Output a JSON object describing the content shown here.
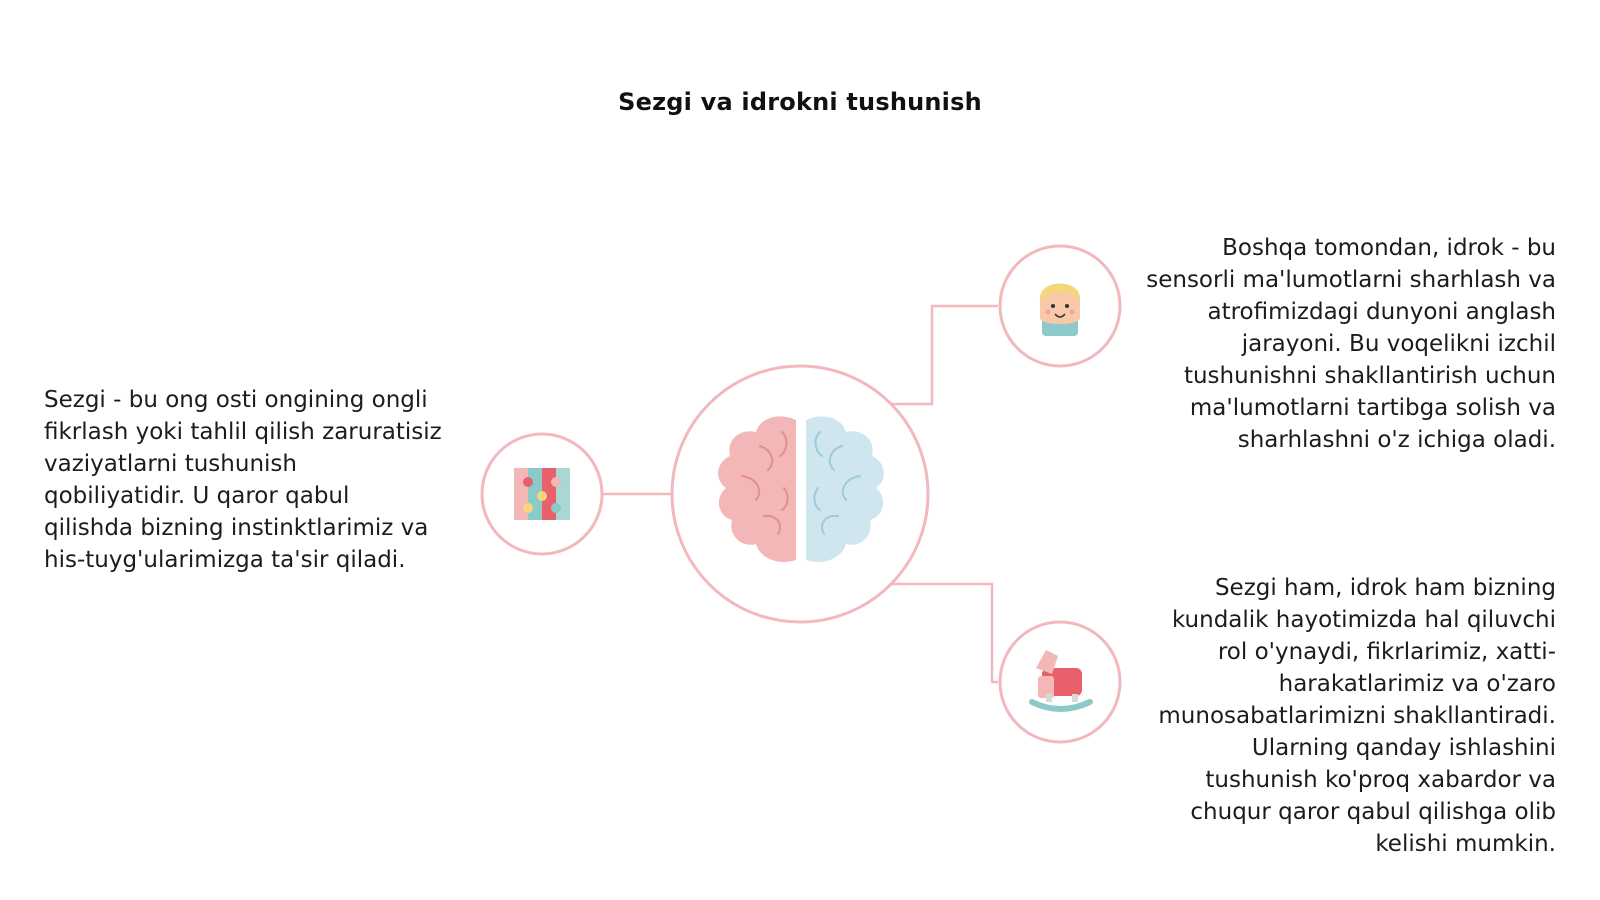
{
  "title": "Sezgi va idrokni tushunish",
  "nodes": {
    "center": {
      "icon": "brain-icon"
    },
    "left": {
      "icon": "puzzle-blocks-icon",
      "text": "Sezgi - bu ong osti ongining ongli fikrlash yoki tahlil qilish zaruratisiz vaziyatlarni tushunish qobiliyatidir. U qaror qabul qilishda bizning instinktlarimiz va his-tuyg'ularimizga ta'sir qiladi."
    },
    "top_right": {
      "icon": "child-face-icon",
      "text": "Boshqa tomondan, idrok - bu sensorli ma'lumotlarni sharhlash va atrofimizdagi dunyoni anglash jarayoni. Bu voqelikni izchil tushunishni shakllantirish uchun ma'lumotlarni tartibga solish va sharhlashni o'z ichiga oladi."
    },
    "bottom_right": {
      "icon": "rocking-horse-icon",
      "text": "Sezgi ham, idrok ham bizning kundalik hayotimizda hal qiluvchi rol o'ynaydi, fikrlarimiz, xatti-harakatlarimiz va o'zaro munosabatlarimizni shakllantiradi. Ularning qanday ishlashini tushunish ko'proq xabardor va chuqur qaror qabul qilishga olib kelishi mumkin."
    }
  },
  "colors": {
    "outline": "#f2b8bd",
    "brain_left": "#f3b7b8",
    "brain_right": "#cfe6ee",
    "accent_red": "#e8606a",
    "accent_teal": "#8cc9c9",
    "accent_yellow": "#f4d77a"
  }
}
